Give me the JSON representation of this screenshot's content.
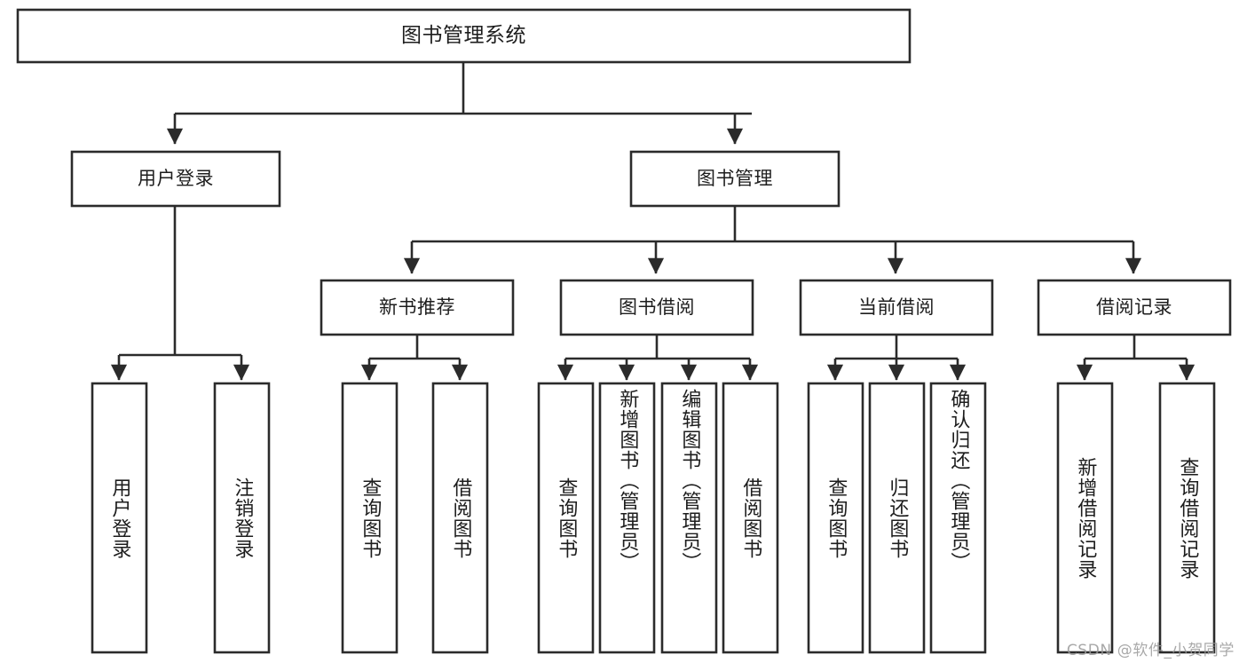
{
  "diagram": {
    "type": "tree",
    "title": "图书管理系统",
    "watermark": "CSDN @软件_小贺同学",
    "colors": {
      "stroke": "#2b2b2b",
      "fill": "#ffffff",
      "text": "#1d1d1d",
      "watermark": "#9a9a9a"
    },
    "nodes": {
      "root": {
        "label": "图书管理系统"
      },
      "level2": [
        {
          "label": "用户登录"
        },
        {
          "label": "图书管理"
        }
      ],
      "level3": [
        {
          "label": "新书推荐"
        },
        {
          "label": "图书借阅"
        },
        {
          "label": "当前借阅"
        },
        {
          "label": "借阅记录"
        }
      ],
      "leaves_user_login": [
        {
          "label": "用户登录"
        },
        {
          "label": "注销登录"
        }
      ],
      "leaves_new_book": [
        {
          "label": "查询图书"
        },
        {
          "label": "借阅图书"
        }
      ],
      "leaves_borrow": [
        {
          "label": "查询图书"
        },
        {
          "label": "新增图书（管理员）"
        },
        {
          "label": "编辑图书（管理员）"
        },
        {
          "label": "借阅图书"
        }
      ],
      "leaves_current": [
        {
          "label": "查询图书"
        },
        {
          "label": "归还图书"
        },
        {
          "label": "确认归还（管理员）"
        }
      ],
      "leaves_record": [
        {
          "label": "新增借阅记录"
        },
        {
          "label": "查询借阅记录"
        }
      ]
    }
  }
}
